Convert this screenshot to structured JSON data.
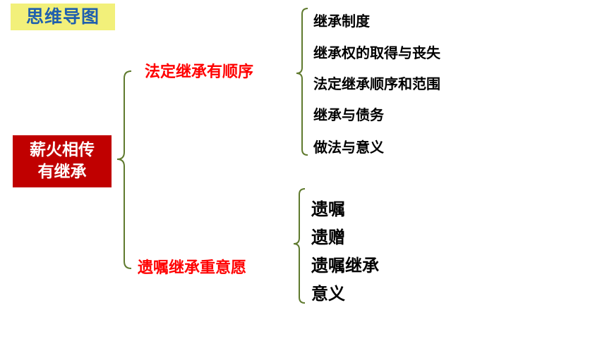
{
  "title": "思维导图",
  "root": {
    "line1": "薪火相传",
    "line2": "有继承"
  },
  "branches": [
    {
      "label": "法定继承有顺序",
      "items": [
        "继承制度",
        "继承权的取得与丧失",
        "法定继承顺序和范围",
        "继承与债务",
        "做法与意义"
      ]
    },
    {
      "label": "遗嘱继承重意愿",
      "items": [
        "遗嘱",
        "遗赠",
        "遗嘱继承",
        "意义"
      ]
    }
  ],
  "colors": {
    "title_bg": "#f2f07a",
    "title_text": "#1f5fae",
    "root_bg": "#c00000",
    "branch_text": "#ff0000",
    "brace": "#5f7a2e"
  }
}
